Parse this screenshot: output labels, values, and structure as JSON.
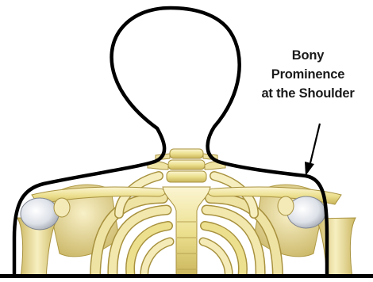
{
  "annotation": {
    "lines": [
      "Bony",
      "Prominence",
      "at the Shoulder"
    ]
  },
  "colors": {
    "outline": "#000000",
    "bone_light": "#f4ebb8",
    "bone_mid": "#e8d98c",
    "bone_dark": "#b8a24a",
    "cartilage": "#dfe3ea",
    "text": "#1a1a1a",
    "background": "#ffffff"
  }
}
